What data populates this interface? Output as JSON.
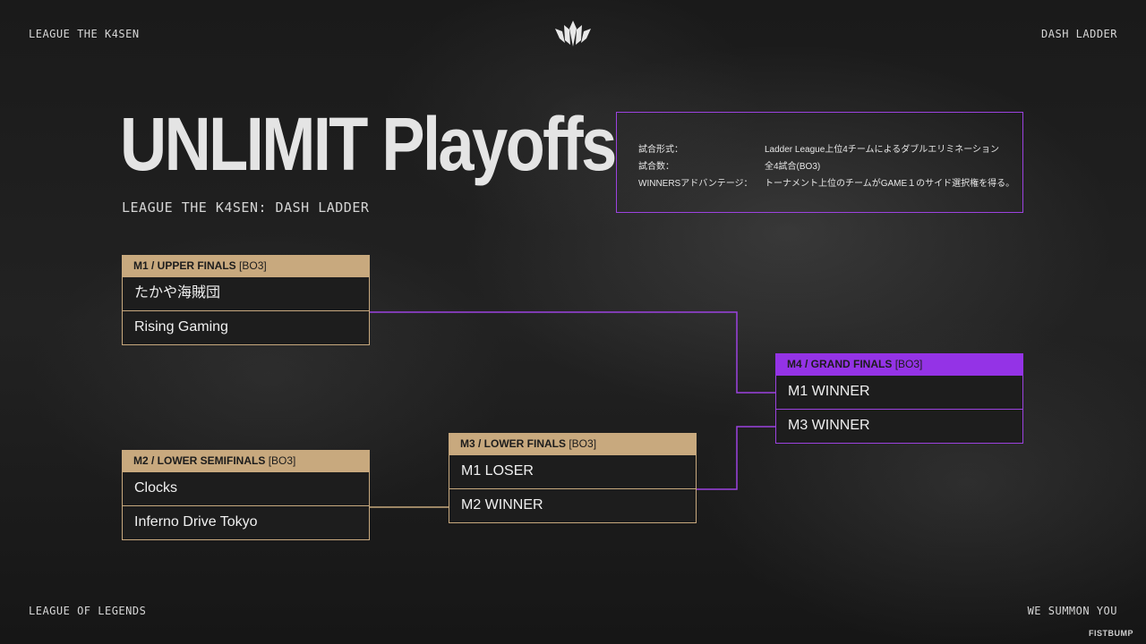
{
  "corners": {
    "top_left": "LEAGUE THE K4SEN",
    "top_right": "DASH LADDER",
    "bottom_left": "LEAGUE OF LEGENDS",
    "bottom_right": "WE SUMMON YOU",
    "brand": "FISTBUMP"
  },
  "logo": {
    "icon": "crown-logo-icon"
  },
  "header": {
    "title": "UNLIMIT Playoffs",
    "subtitle": "LEAGUE THE K4SEN: DASH LADDER"
  },
  "info": {
    "rows": [
      {
        "label": "試合形式：",
        "value": "Ladder League上位4チームによるダブルエリミネーション"
      },
      {
        "label": "試合数：",
        "value": "全4試合(BO3)"
      },
      {
        "label": "WINNERSアドバンテージ：",
        "value": "トーナメント上位のチームがGAME１のサイド選択権を得る。"
      }
    ]
  },
  "matches": {
    "m1": {
      "label": "M1 / UPPER FINALS",
      "format": "[BO3]",
      "teams": [
        "たかや海賊団",
        "Rising Gaming"
      ]
    },
    "m2": {
      "label": "M2 / LOWER SEMIFINALS",
      "format": "[BO3]",
      "teams": [
        "Clocks",
        "Inferno Drive Tokyo"
      ]
    },
    "m3": {
      "label": "M3 / LOWER FINALS",
      "format": "[BO3]",
      "teams": [
        "M1 LOSER",
        "M2 WINNER"
      ]
    },
    "m4": {
      "label": "M4 / GRAND FINALS",
      "format": "[BO3]",
      "teams": [
        "M1 WINNER",
        "M3 WINNER"
      ]
    }
  },
  "colors": {
    "gold": "#c8a97e",
    "purple": "#9c42e0",
    "background": "#1c1c1c"
  }
}
